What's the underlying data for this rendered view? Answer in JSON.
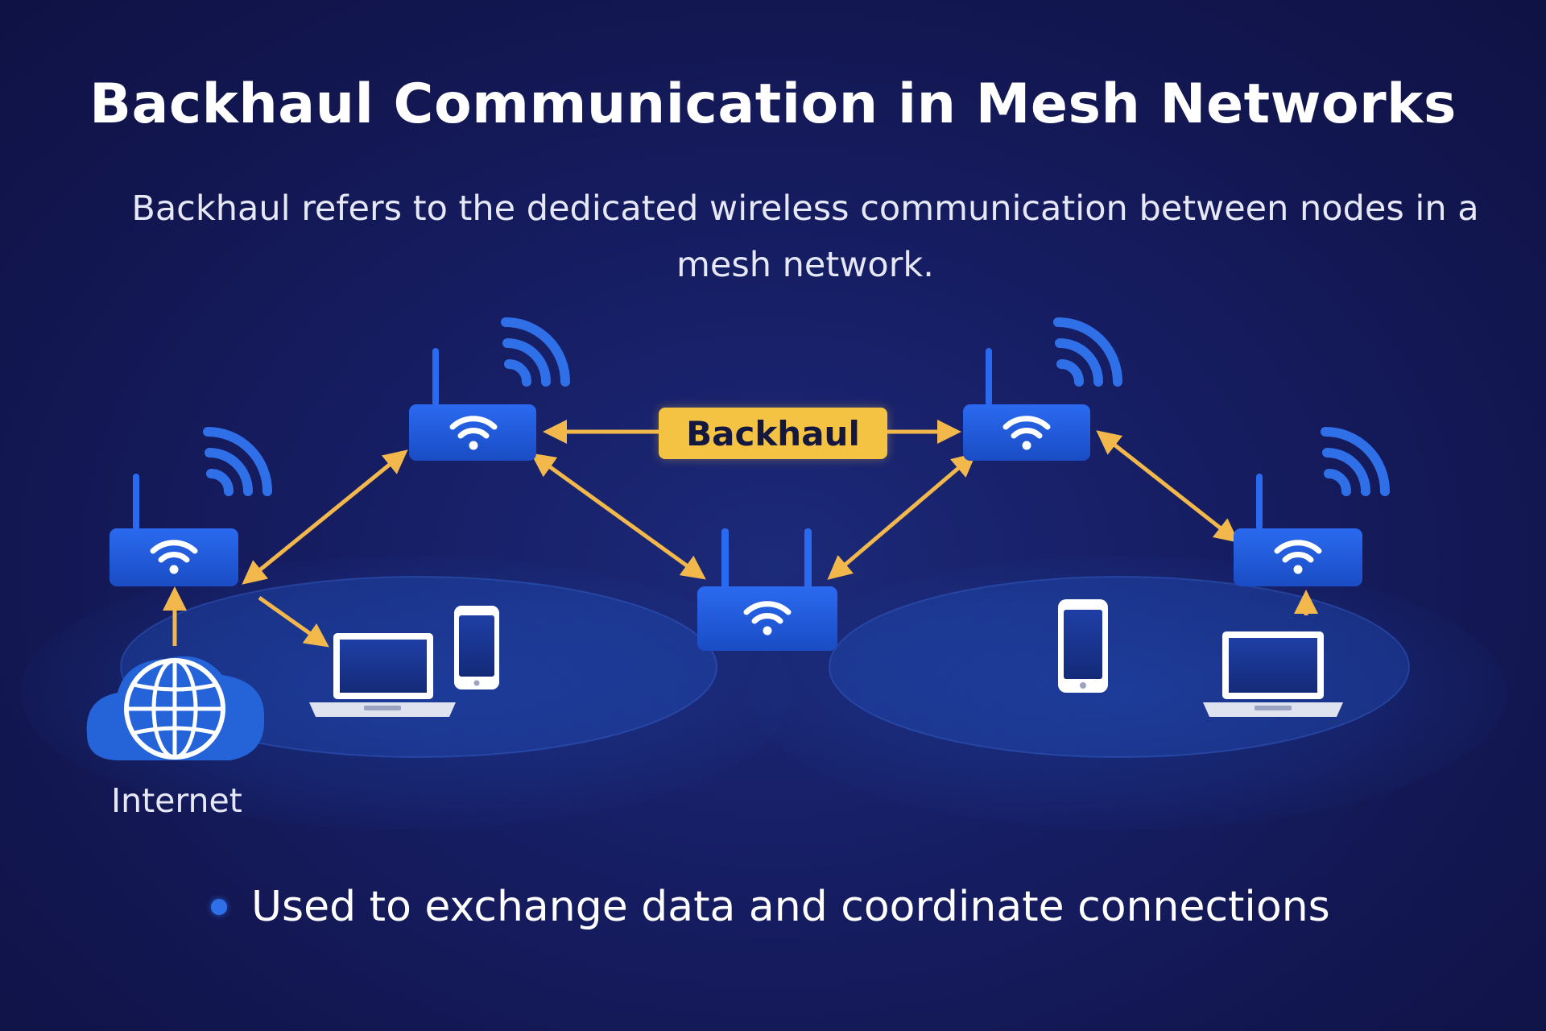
{
  "title": "Backhaul Communication in Mesh Networks",
  "subtitle": "Backhaul refers to the dedicated wireless communication between nodes in a mesh network.",
  "labels": {
    "backhaul": "Backhaul",
    "internet": "Internet"
  },
  "bullets": [
    "Used to exchange data and coordinate connections"
  ],
  "colors": {
    "background": "#12164f",
    "router": "#1f5bd8",
    "arrow": "#f2b84b",
    "backhaul_badge": "#f4c343",
    "signal": "#2f6fe8",
    "coverage": "#1f4fb8"
  },
  "icons": {
    "router": "wifi-router-icon",
    "signal": "wifi-signal-icon",
    "laptop": "laptop-icon",
    "phone": "smartphone-icon",
    "internet": "globe-cloud-icon"
  }
}
